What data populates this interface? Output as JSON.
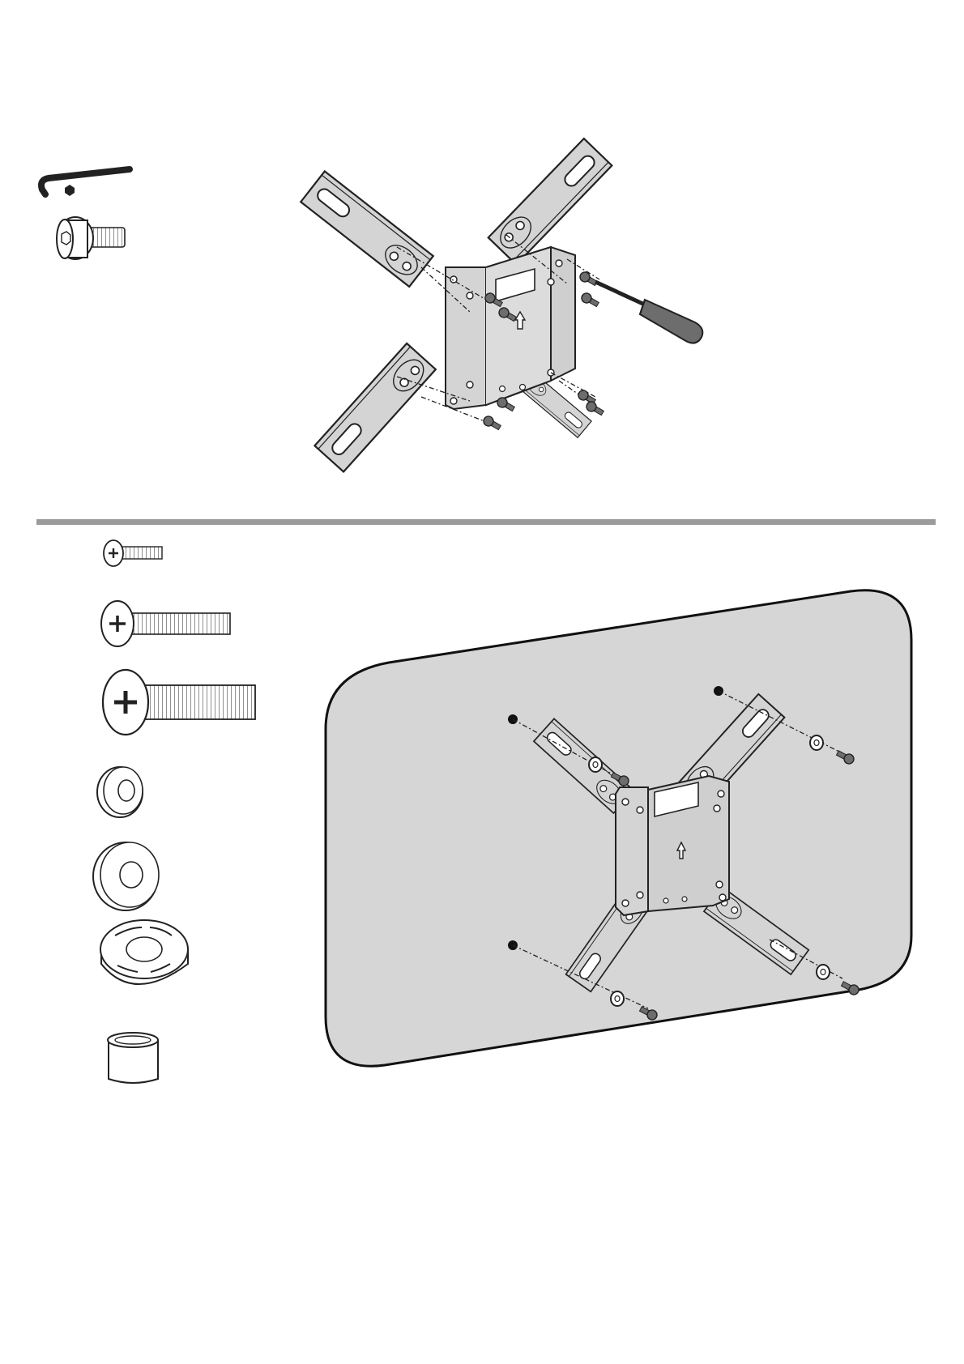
{
  "page": {
    "kind": "assembly-instruction-sheet",
    "text_present": false
  },
  "colors": {
    "background": "#ffffff",
    "line": "#222222",
    "metal": "#d4d4d4",
    "screw": "#6d6d6d",
    "panel": "#d6d6d6",
    "divider": "#9b9b9b"
  },
  "step_1": {
    "hardware": [
      "hex-key-icon",
      "socket-cap-bolt-icon"
    ],
    "illustration": "bracket-arms-fastened-to-plate-with-screwdriver"
  },
  "step_2": {
    "hardware": [
      "short-phillips-screw-icon",
      "medium-phillips-screw-icon",
      "large-phillips-screw-icon",
      "small-washer-icon",
      "large-washer-icon",
      "spacer-ring-icon",
      "spacer-sleeve-icon"
    ],
    "illustration": "bracket-attached-to-tv-back-panel"
  }
}
